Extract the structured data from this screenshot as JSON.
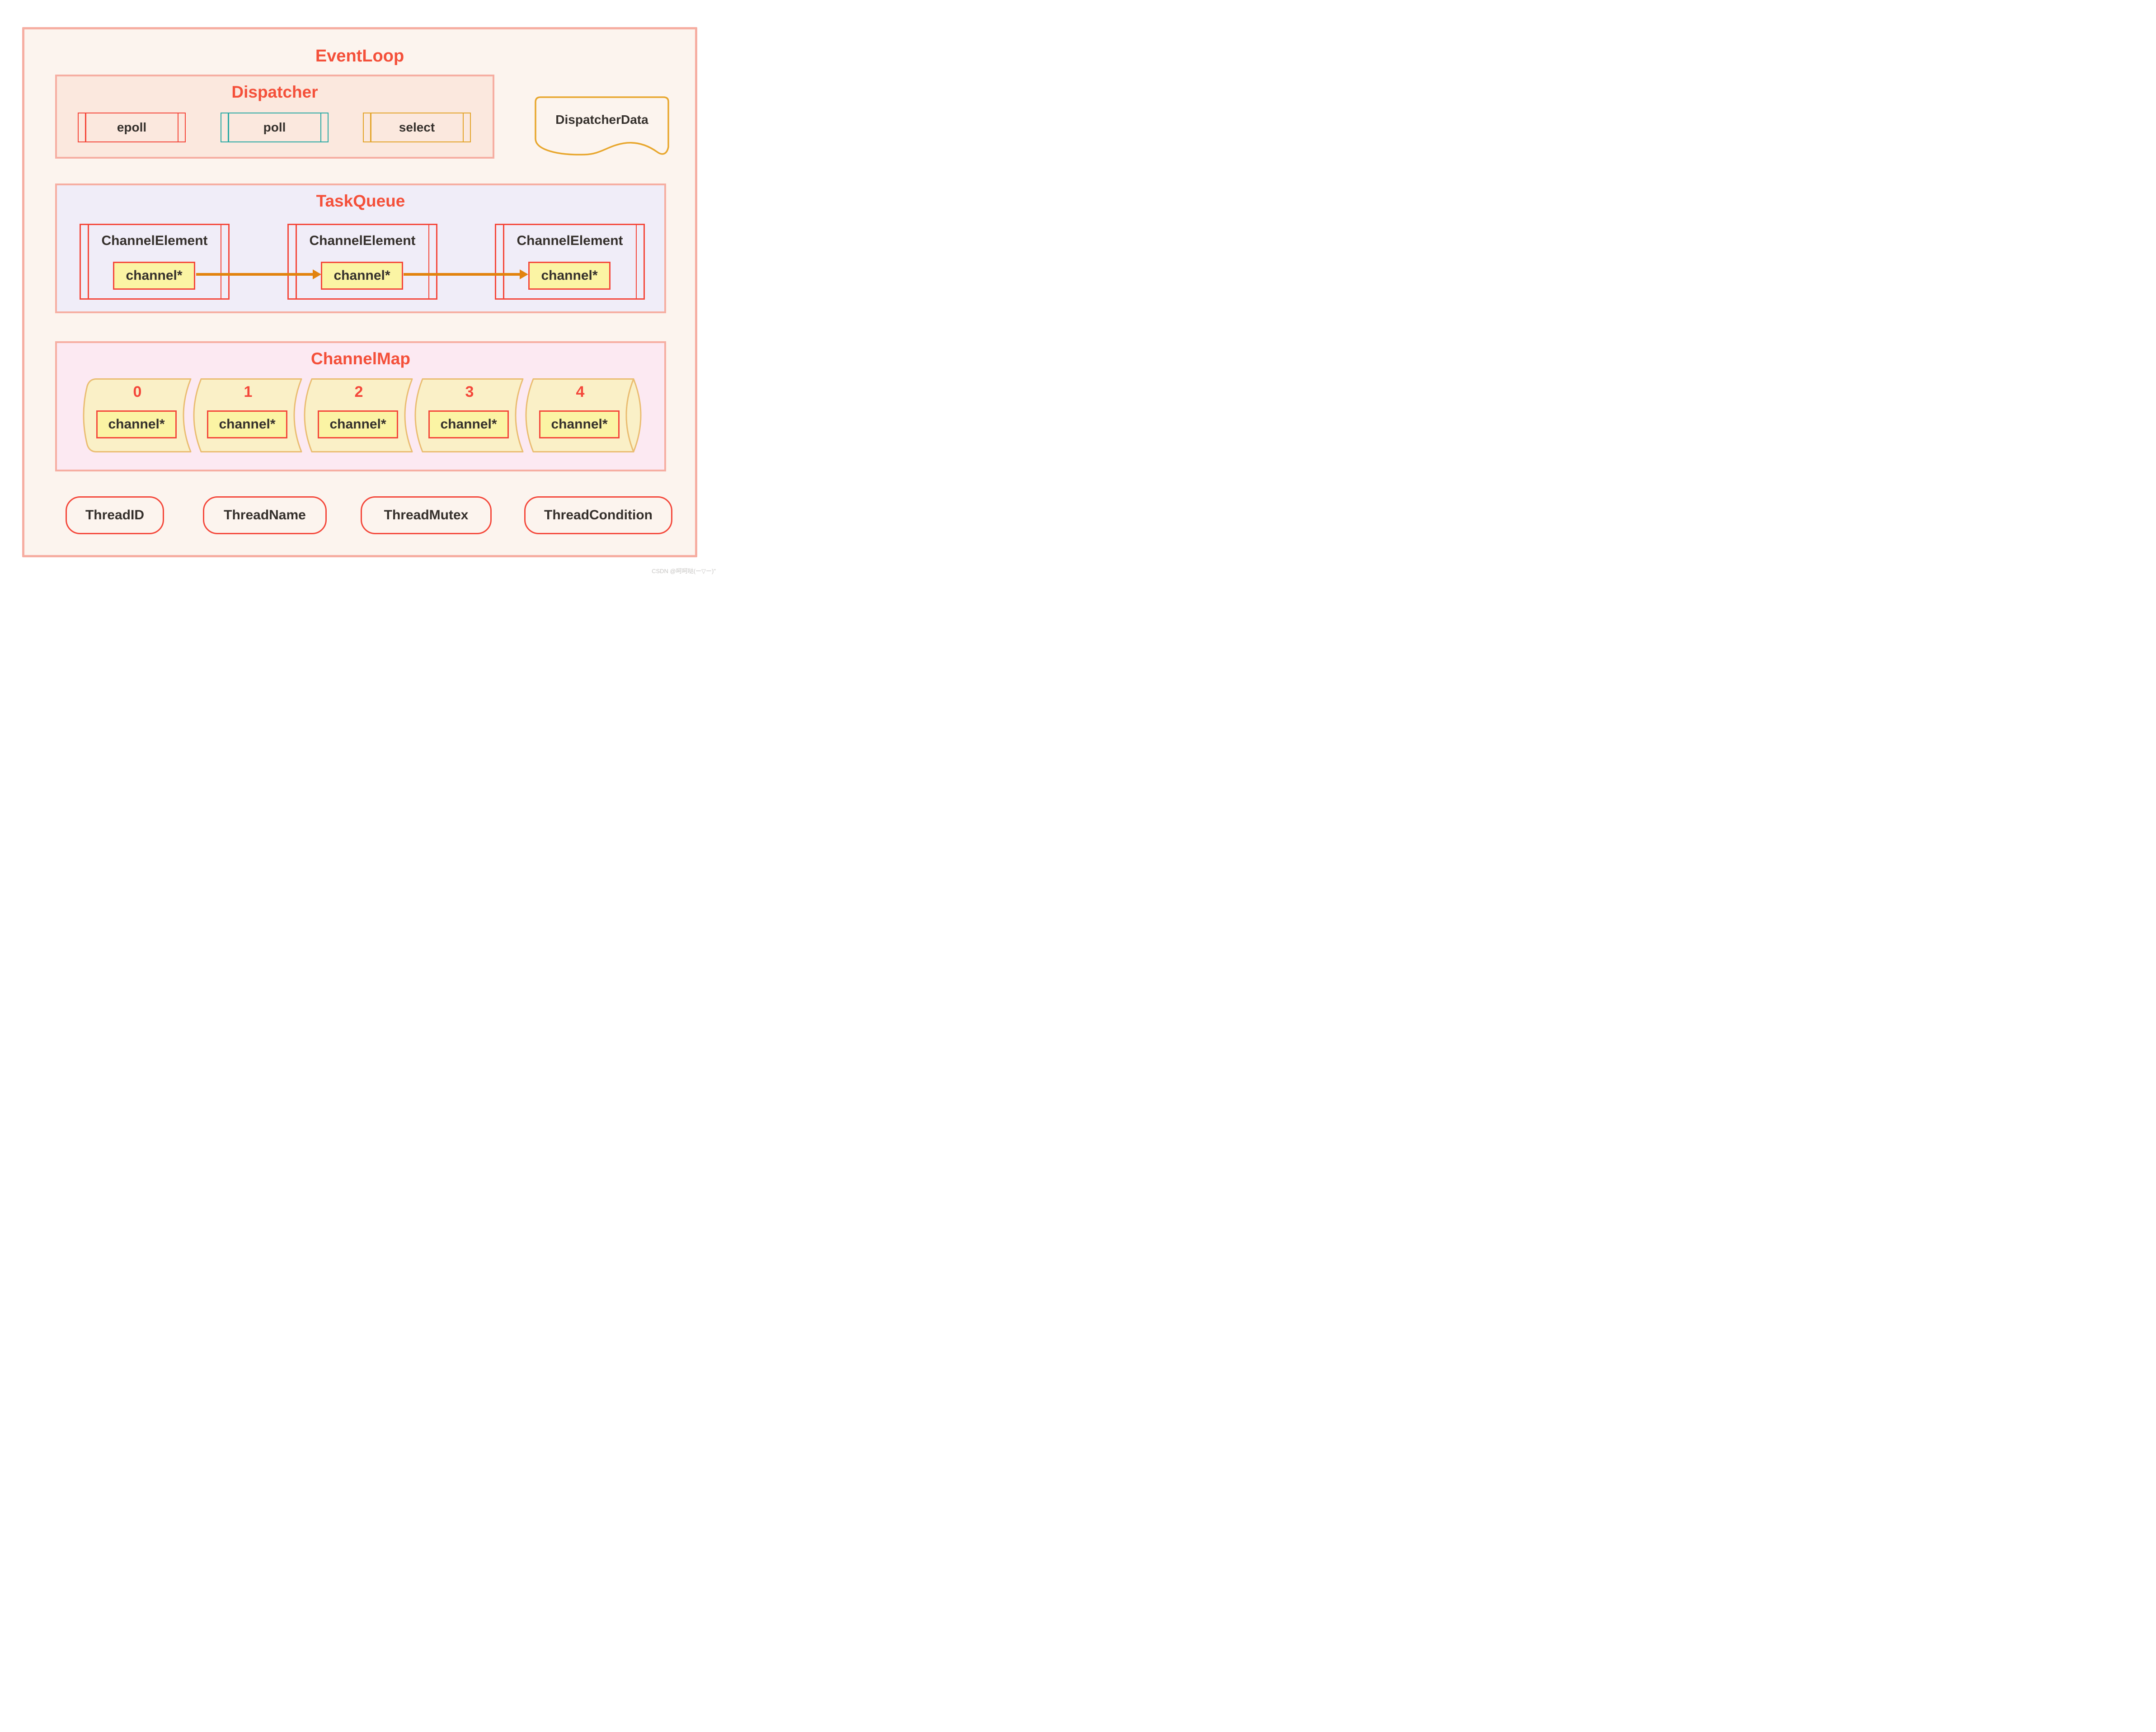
{
  "eventloop": {
    "title": "EventLoop"
  },
  "dispatcher": {
    "title": "Dispatcher",
    "methods": [
      {
        "label": "epoll",
        "color": "#f4473a"
      },
      {
        "label": "poll",
        "color": "#2aa9a4"
      },
      {
        "label": "select",
        "color": "#e3a42a"
      }
    ]
  },
  "dispatcher_data": {
    "label": "DispatcherData"
  },
  "taskqueue": {
    "title": "TaskQueue",
    "elements": [
      {
        "title": "ChannelElement",
        "field": "channel*"
      },
      {
        "title": "ChannelElement",
        "field": "channel*"
      },
      {
        "title": "ChannelElement",
        "field": "channel*"
      }
    ]
  },
  "channelmap": {
    "title": "ChannelMap",
    "slots": [
      {
        "index": "0",
        "field": "channel*"
      },
      {
        "index": "1",
        "field": "channel*"
      },
      {
        "index": "2",
        "field": "channel*"
      },
      {
        "index": "3",
        "field": "channel*"
      },
      {
        "index": "4",
        "field": "channel*"
      }
    ]
  },
  "thread_members": {
    "items": [
      {
        "label": "ThreadID"
      },
      {
        "label": "ThreadName"
      },
      {
        "label": "ThreadMutex"
      },
      {
        "label": "ThreadCondition"
      }
    ]
  },
  "watermark": "CSDN @呵呵哒(ー▽ー)\"",
  "colors": {
    "title_red": "#f4503a",
    "stroke_red": "#f4473a",
    "teal": "#2aa9a4",
    "gold": "#e3a42a",
    "document_gold": "#e8a72e",
    "arrow_orange": "#e2830e",
    "salmon_border": "#f6aea2",
    "outer_bg": "#fcf4ee",
    "dispatcher_bg": "#fbe8de",
    "taskqueue_bg": "#f0edf8",
    "channelmap_bg": "#fce9f2",
    "segment_fill": "#faf0c7",
    "segment_stroke": "#eabd72",
    "cell_yellow": "#fbf4a4",
    "text_dark": "#35302c"
  }
}
